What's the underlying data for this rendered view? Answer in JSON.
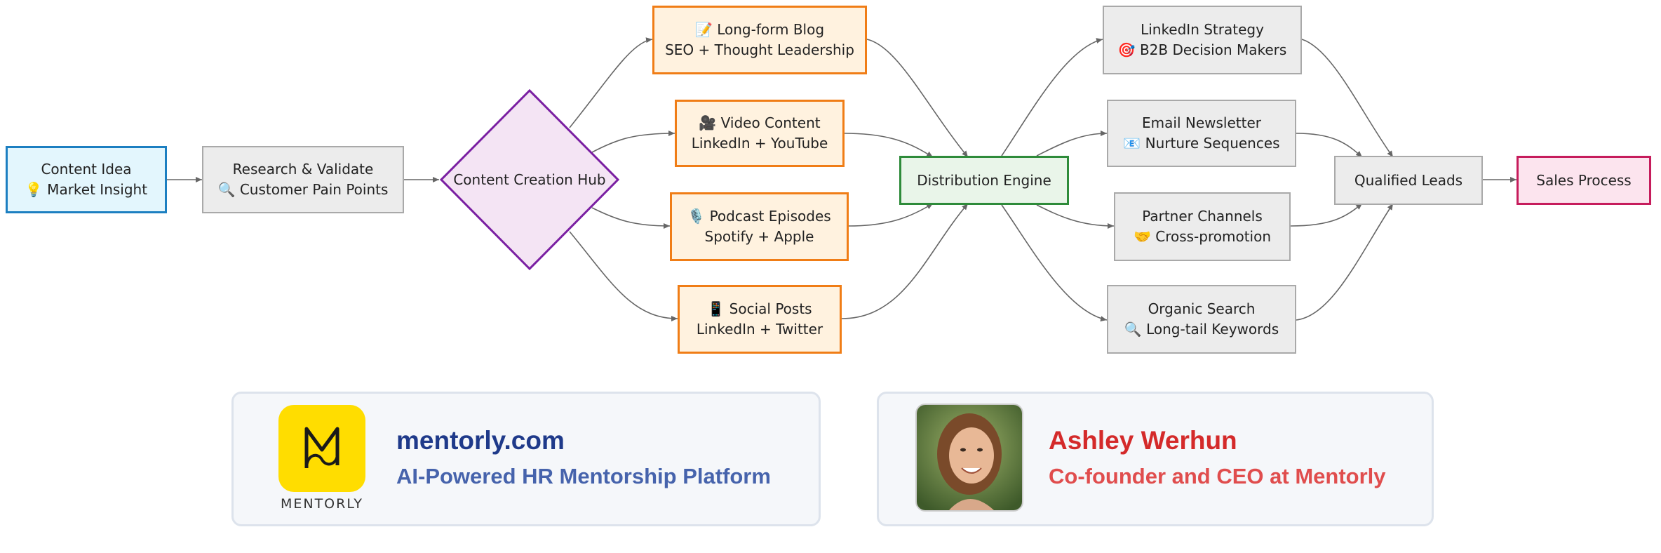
{
  "diagram": {
    "nodes": {
      "idea": [
        "Content Idea",
        "💡 Market Insight"
      ],
      "research": [
        "Research & Validate",
        "🔍 Customer Pain Points"
      ],
      "hub": [
        "Content Creation Hub"
      ],
      "blog": [
        "📝 Long-form Blog",
        "SEO + Thought Leadership"
      ],
      "video": [
        "🎥 Video Content",
        "LinkedIn + YouTube"
      ],
      "podcast": [
        "🎙️ Podcast Episodes",
        "Spotify + Apple"
      ],
      "social": [
        "📱 Social Posts",
        "LinkedIn + Twitter"
      ],
      "dist": [
        "Distribution Engine"
      ],
      "linkedin": [
        "LinkedIn Strategy",
        "🎯 B2B Decision Makers"
      ],
      "email": [
        "Email Newsletter",
        "📧 Nurture Sequences"
      ],
      "partner": [
        "Partner Channels",
        "🤝 Cross-promotion"
      ],
      "organic": [
        "Organic Search",
        "🔍 Long-tail Keywords"
      ],
      "leads": [
        "Qualified Leads"
      ],
      "sales": [
        "Sales Process"
      ]
    }
  },
  "company_card": {
    "logo_text": "MENTORLY",
    "title": "mentorly.com",
    "subtitle": "AI-Powered HR Mentorship Platform",
    "title_color": "#1f3a8a",
    "subtitle_color": "#4663ac"
  },
  "person_card": {
    "name": "Ashley Werhun",
    "role": "Co-founder and CEO at Mentorly",
    "name_color": "#d42a2a",
    "role_color": "#e04d4d"
  }
}
